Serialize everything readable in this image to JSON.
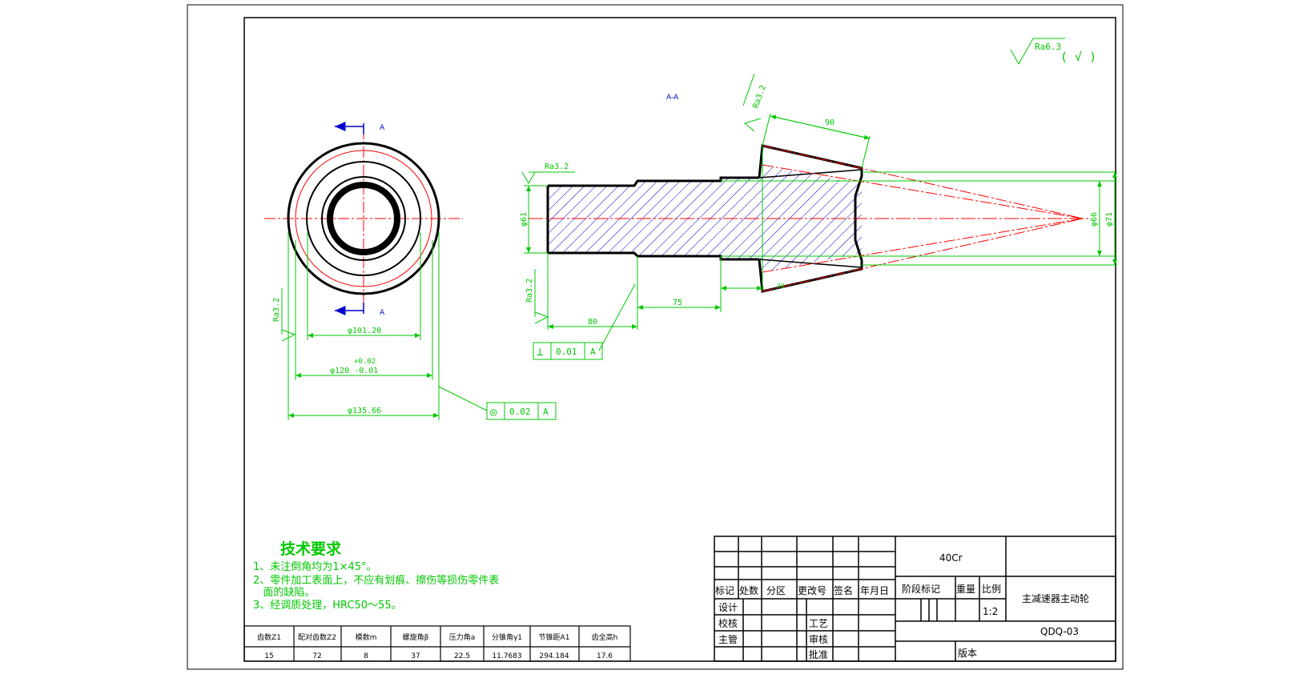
{
  "section_label": "A-A",
  "view_marks": {
    "left_top": "A",
    "left_bottom": "A"
  },
  "surface_finish": {
    "general": "Ra6.3",
    "general_suffix": "( √ )",
    "taper": "Ra3.2",
    "shaft_end": "Ra3.2",
    "face": "Ra3.2",
    "left_view": "Ra3.2"
  },
  "dimensions": {
    "d101": "φ101.20",
    "d120_tol": "+0.02",
    "d120": "φ120 -0.01",
    "d135": "φ135.66",
    "len90": "90",
    "len80": "80",
    "len75": "75",
    "d61": "φ61",
    "d66": "φ66",
    "d71": "φ71",
    "small30": "30"
  },
  "tolerances": {
    "perpendicularity": {
      "symbol": "⊥",
      "value": "0.01",
      "datum": "A"
    },
    "runout": {
      "symbol": "◎",
      "value": "0.02",
      "datum": "A"
    }
  },
  "tech_requirements": {
    "title": "技术要求",
    "items": [
      "1、未注倒角均为1×45°。",
      "2、零件加工表面上，不应有划痕、擦伤等损伤零件表",
      "   面的缺陷。",
      "3、经调质处理，HRC50～55。"
    ]
  },
  "gear_params": {
    "headers": [
      "齿数Z1",
      "配对齿数Z2",
      "模数m",
      "螺旋角β",
      "压力角a",
      "分锥角γ1",
      "节锥距A1",
      "齿全高h"
    ],
    "values": [
      "15",
      "72",
      "8",
      "37",
      "22.5",
      "11.7683",
      "294.184",
      "17.6"
    ]
  },
  "title_block": {
    "material": "40Cr",
    "part_name": "主减速器主动轮",
    "drawing_no": "QDQ-03",
    "scale": "1:2",
    "row_labels": [
      "标记",
      "处数",
      "分区",
      "更改号",
      "签名",
      "年月日"
    ],
    "stage_label": "阶段标记",
    "weight_label": "重量",
    "scale_label": "比例",
    "design": "设计",
    "check": "校核",
    "chief": "主管",
    "process": "工艺",
    "review": "审核",
    "approve": "批准",
    "edition": "版本"
  },
  "colors": {
    "outline": "#000000",
    "dimension": "#00c800",
    "centerline": "#ff0000",
    "hatch": "#0000cc"
  }
}
